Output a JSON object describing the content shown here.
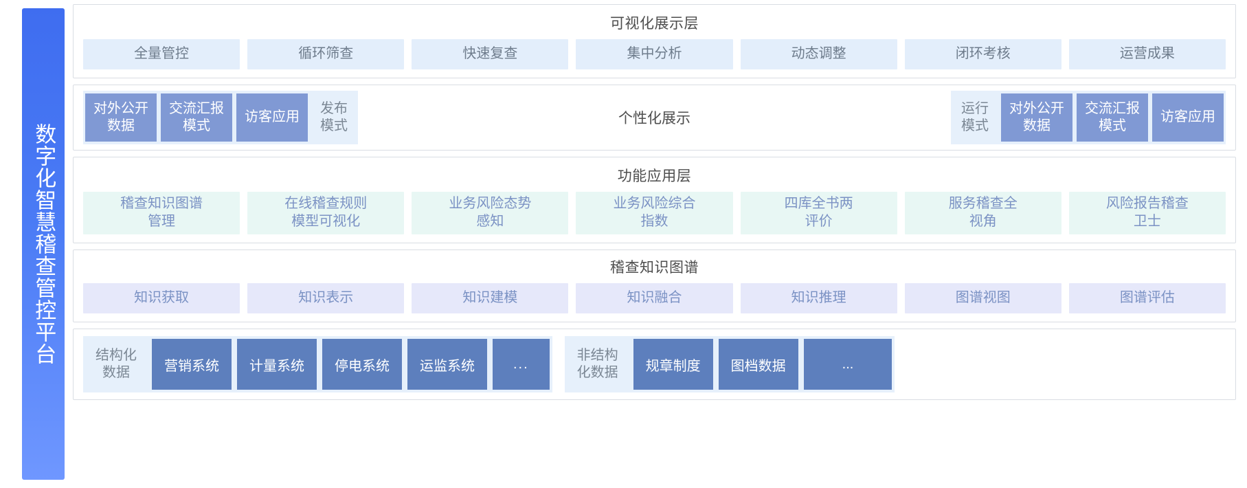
{
  "platform": {
    "title": "数字化智慧稽查管控平台",
    "accent_color": "#4a7bf5"
  },
  "layers": [
    {
      "id": "visualization",
      "title": "可视化展示层",
      "item_color": "#e3eefb",
      "items": [
        {
          "label": "全量管控"
        },
        {
          "label": "循环筛查"
        },
        {
          "label": "快速复查"
        },
        {
          "label": "集中分析"
        },
        {
          "label": "动态调整"
        },
        {
          "label": "闭环考核"
        },
        {
          "label": "运营成果"
        }
      ]
    },
    {
      "id": "modes",
      "center_label": "个性化展示",
      "left_group": {
        "mode_label": "发布\n模式",
        "chips": [
          "对外公开\n数据",
          "交流汇报\n模式",
          "访客应用"
        ]
      },
      "right_group": {
        "mode_label": "运行\n模式",
        "chips": [
          "对外公开\n数据",
          "交流汇报\n模式",
          "访客应用"
        ]
      },
      "chip_color": "#8099d4"
    },
    {
      "id": "function",
      "title": "功能应用层",
      "item_color": "#e8f7f4",
      "items": [
        {
          "label": "稽查知识图谱\n管理"
        },
        {
          "label": "在线稽查规则\n模型可视化"
        },
        {
          "label": "业务风险态势\n感知"
        },
        {
          "label": "业务风险综合\n指数"
        },
        {
          "label": "四库全书两\n评价"
        },
        {
          "label": "服务稽查全\n视角"
        },
        {
          "label": "风险报告稽查\n卫士"
        }
      ]
    },
    {
      "id": "knowledge-graph",
      "title": "稽查知识图谱",
      "item_color": "#e6e8fa",
      "items": [
        {
          "label": "知识获取"
        },
        {
          "label": "知识表示"
        },
        {
          "label": "知识建模"
        },
        {
          "label": "知识融合"
        },
        {
          "label": "知识推理"
        },
        {
          "label": "图谱视图"
        },
        {
          "label": "图谱评估"
        }
      ]
    },
    {
      "id": "data",
      "chip_color": "#5d7fbd",
      "structured": {
        "label": "结构化\n数据",
        "items": [
          "营销系统",
          "计量系统",
          "停电系统",
          "运监系统",
          "..."
        ]
      },
      "unstructured": {
        "label": "非结构\n化数据",
        "items": [
          "规章制度",
          "图档数据",
          "..."
        ]
      }
    }
  ]
}
